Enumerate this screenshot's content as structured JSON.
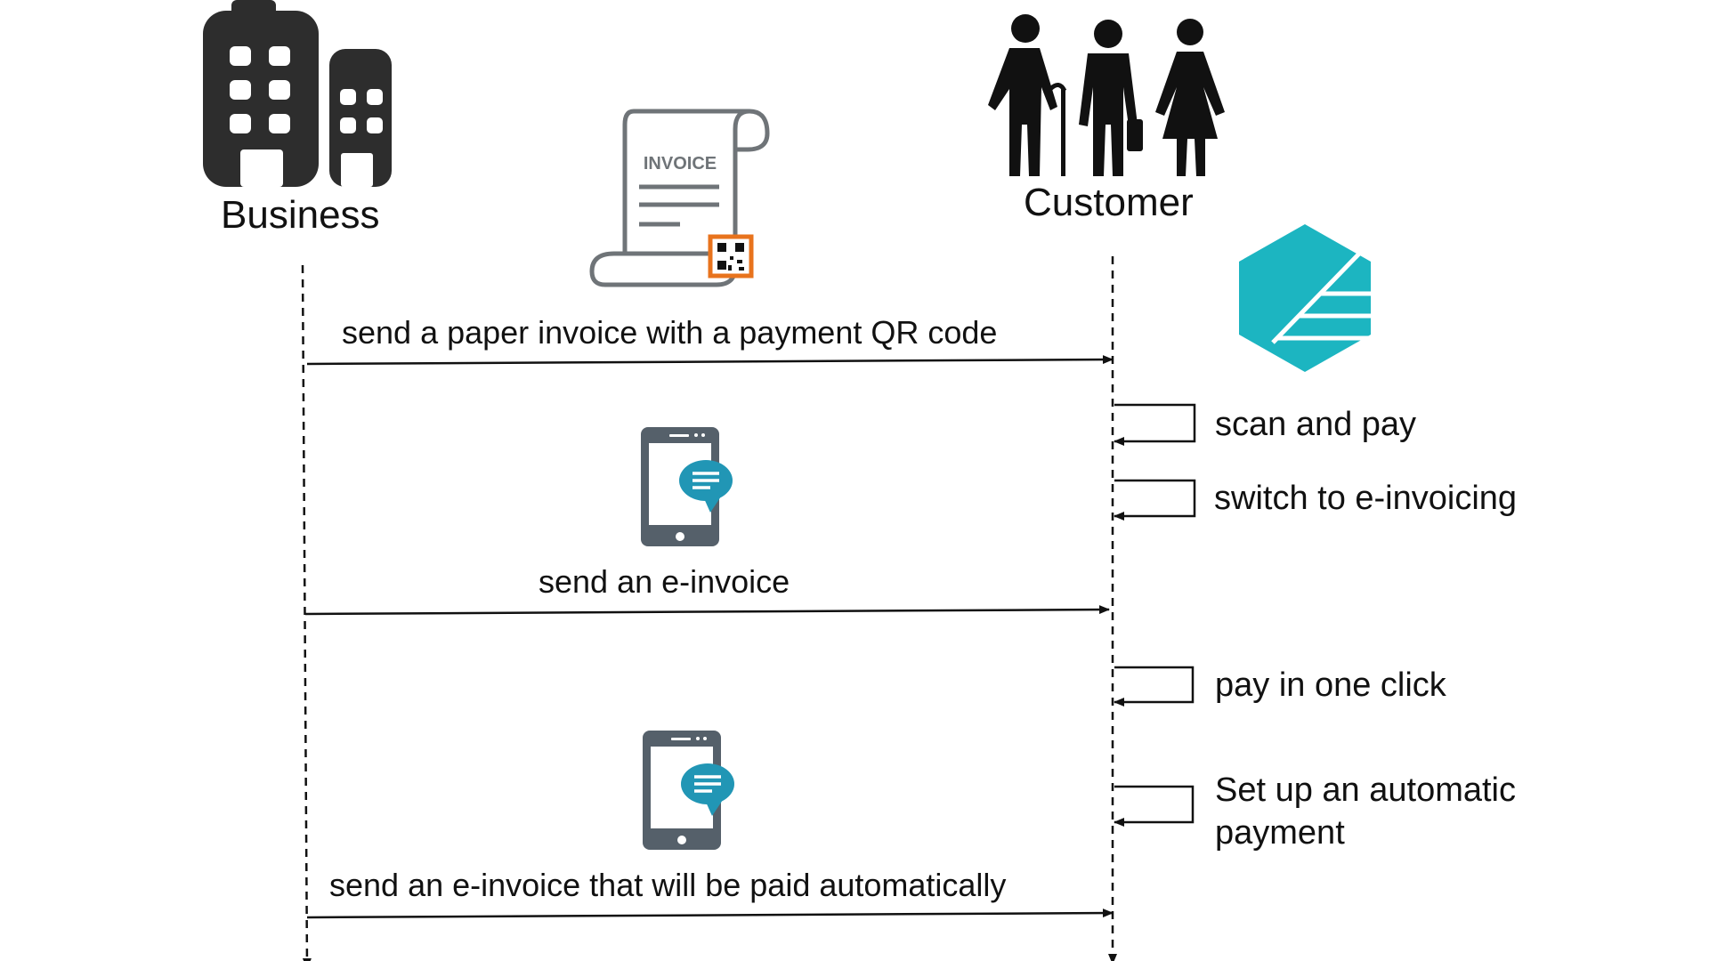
{
  "actors": {
    "business": {
      "label": "Business",
      "icon": "office-buildings-icon"
    },
    "customer": {
      "label": "Customer",
      "icon": "people-group-icon"
    }
  },
  "invoice_doc": {
    "title": "INVOICE",
    "icon": "paper-invoice-qr-icon"
  },
  "messages": [
    {
      "label": "send a paper invoice with a payment QR code",
      "from": "business",
      "to": "customer"
    },
    {
      "label": "send an e-invoice",
      "from": "business",
      "to": "customer"
    },
    {
      "label": "send an e-invoice that will be paid automatically",
      "from": "business",
      "to": "customer"
    }
  ],
  "self_actions": [
    {
      "label": "scan and pay"
    },
    {
      "label": "switch to e-invoicing"
    },
    {
      "label": "pay in one click"
    },
    {
      "label": "Set up an automatic payment"
    }
  ],
  "icons": {
    "logo": "teal-hexagon-logo",
    "phone": "smartphone-message-icon"
  },
  "colors": {
    "line": "#111111",
    "icon_dark": "#2d2d2d",
    "invoice_gray": "#6f7478",
    "qr_orange": "#e8731d",
    "logo_teal": "#1cb5c1",
    "phone_body": "#55606a",
    "bubble_blue": "#2196b5"
  }
}
